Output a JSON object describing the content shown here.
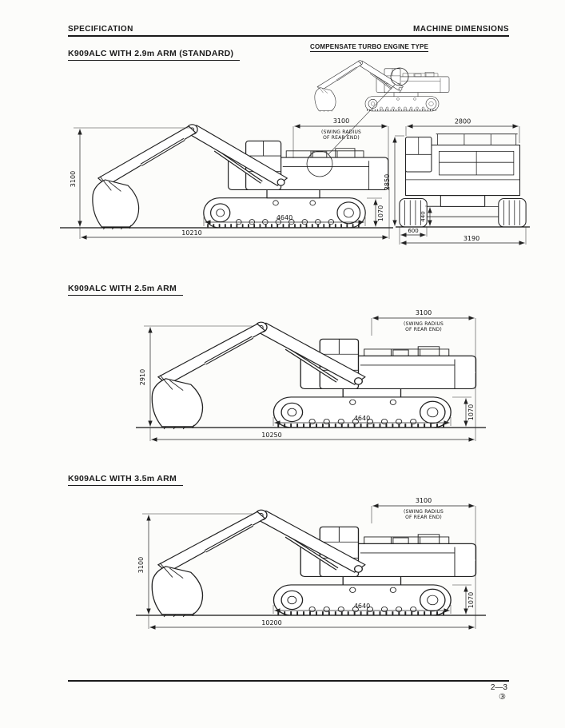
{
  "header": {
    "left": "SPECIFICATION",
    "right": "MACHINE DIMENSIONS"
  },
  "annotation": {
    "compensate": "COMPENSATE TURBO ENGINE TYPE"
  },
  "swing": {
    "line1": "(SWING RADIUS",
    "line2": "OF REAR END)"
  },
  "sections": [
    {
      "title": "K909ALC WITH 2.9m ARM (STANDARD)",
      "dims": {
        "overall_height": "3100",
        "swing_radius": "3100",
        "track_height": "1070",
        "track_length": "4640",
        "overall_length": "10210"
      },
      "rear": {
        "body_width": "2800",
        "overall_height": "2850",
        "clearance": "440",
        "shoe_width": "600",
        "overall_width": "3190"
      }
    },
    {
      "title": "K909ALC WITH 2.5m ARM",
      "dims": {
        "overall_height": "2910",
        "swing_radius": "3100",
        "track_height": "1070",
        "track_length": "4640",
        "overall_length": "10250"
      }
    },
    {
      "title": "K909ALC WITH 3.5m ARM",
      "dims": {
        "overall_height": "3100",
        "swing_radius": "3100",
        "track_height": "1070",
        "track_length": "4640",
        "overall_length": "10200"
      }
    }
  ],
  "footer": {
    "page_number": "2—3",
    "circled_number": "③"
  },
  "colors": {
    "paper": "#fcfcfa",
    "ink": "#1a1a1a"
  }
}
